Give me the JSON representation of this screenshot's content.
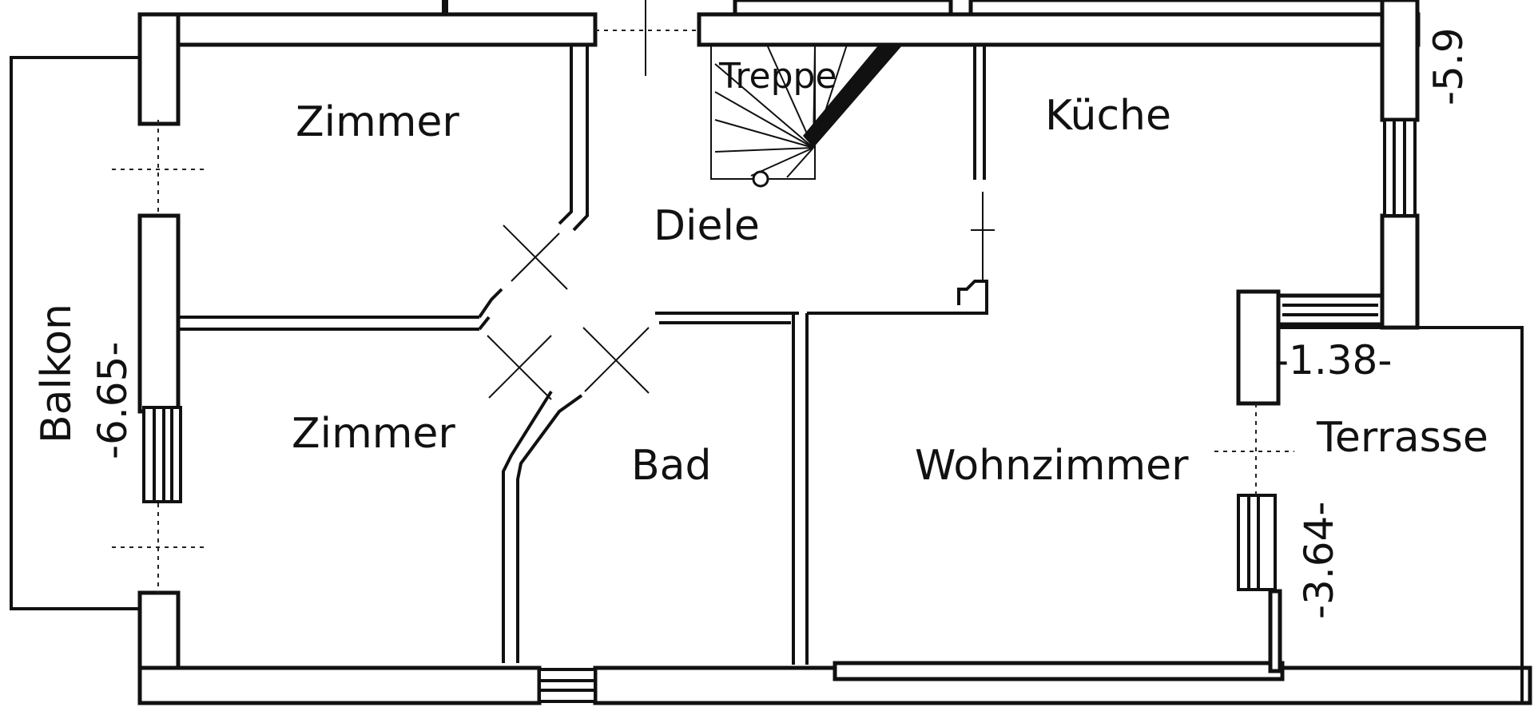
{
  "plan": {
    "rooms": {
      "zimmer_top": "Zimmer",
      "zimmer_bottom": "Zimmer",
      "treppe": "Treppe",
      "diele": "Diele",
      "kueche": "Küche",
      "bad": "Bad",
      "wohnzimmer": "Wohnzimmer",
      "terrasse": "Terrasse",
      "balkon": "Balkon"
    },
    "dimensions": {
      "balkon_length": "-6.65-",
      "terrasse_width": "-1.38-",
      "terrasse_depth": "-3.64-",
      "top_right": "-5.9"
    }
  }
}
